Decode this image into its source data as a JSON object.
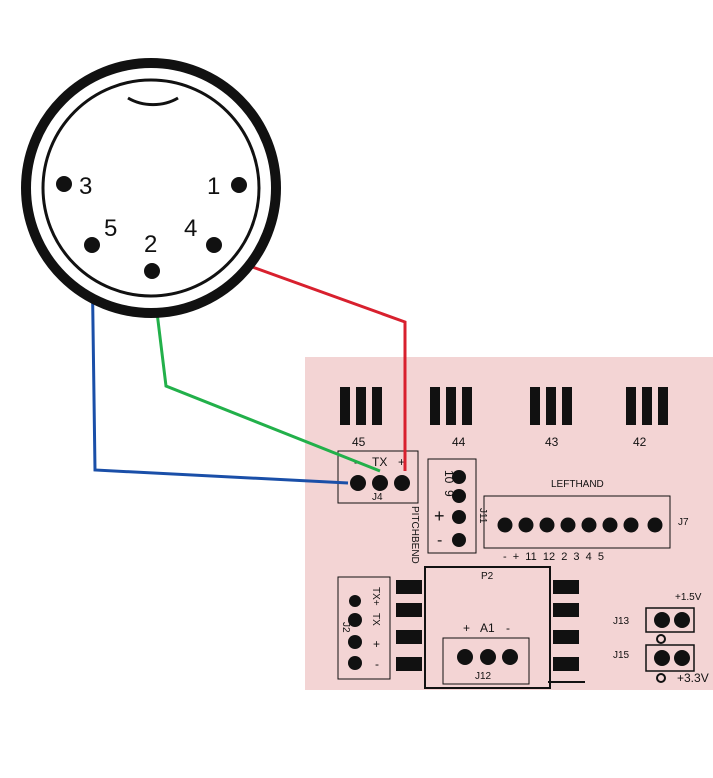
{
  "din_connector": {
    "pins": {
      "p1": "1",
      "p2": "2",
      "p3": "3",
      "p4": "4",
      "p5": "5"
    }
  },
  "board": {
    "background": "#f3d4d4",
    "header_numbers": {
      "h45": "45",
      "h44": "44",
      "h43": "43",
      "h42": "42"
    },
    "j4": {
      "name": "J4",
      "minus": "-",
      "tx": "TX",
      "plus": "+"
    },
    "j11": {
      "name": "J11",
      "l10": "10",
      "l9": "9",
      "lplus": "+",
      "lminus": "-",
      "side": "PITCHBEND"
    },
    "j7": {
      "name": "J7",
      "title": "LEFTHAND",
      "pins": "-  +  11  12  2  3  4  5"
    },
    "j2": {
      "name": "J2",
      "txplus": "TX+",
      "tx": "TX",
      "plus": "+",
      "minus": "-"
    },
    "p2": {
      "name": "P2",
      "plus": "+",
      "a1": "A1",
      "minus": "-"
    },
    "j12": {
      "name": "J12"
    },
    "j13": {
      "name": "J13",
      "v": "+1.5V"
    },
    "j15": {
      "name": "J15",
      "v": "+3.3V"
    }
  },
  "wires": {
    "red": "#d8202e",
    "green": "#22b04a",
    "blue": "#1a4fa8"
  }
}
